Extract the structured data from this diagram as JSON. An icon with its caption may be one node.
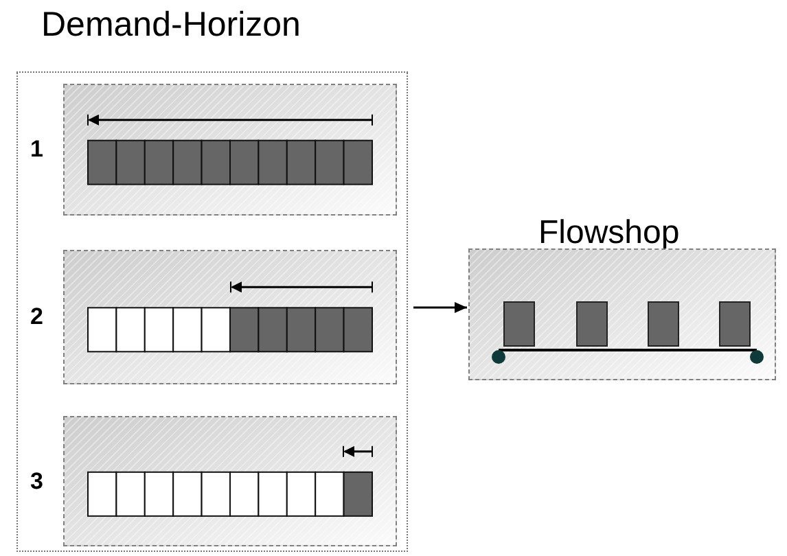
{
  "diagram": {
    "nodes": [
      {
        "text": [
          "Demand-Horizon"
        ]
      },
      {
        "text": [],
        "shape": "box",
        "in": 0,
        "beside": [
          "1"
        ]
      },
      {
        "text": [],
        "shape": "box",
        "in": 0,
        "beside": [
          "2"
        ]
      },
      {
        "text": [],
        "shape": "box",
        "in": 0,
        "beside": [
          "3"
        ]
      },
      {
        "text": [
          "Flowshop"
        ]
      }
    ],
    "edges": [
      {
        "from": 0,
        "to": 4,
        "arrow": "to"
      }
    ]
  }
}
